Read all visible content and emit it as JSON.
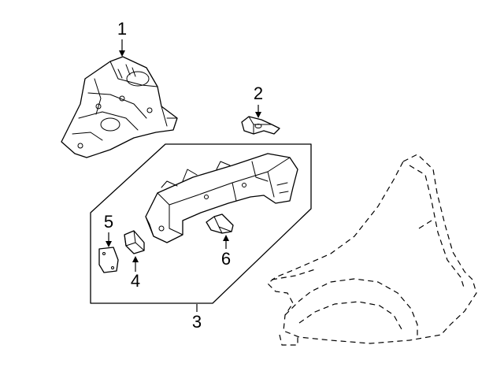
{
  "callouts": {
    "c1": "1",
    "c2": "2",
    "c3": "3",
    "c4": "4",
    "c5": "5",
    "c6": "6"
  },
  "colors": {
    "line": "#000000",
    "background": "#ffffff"
  },
  "icons": {
    "part1": "wheelhouse-apron-icon",
    "part2": "small-bracket-icon",
    "part3": "frame-rail-assembly-icon",
    "part4": "rail-bracket-icon",
    "part5": "cover-plate-icon",
    "part6": "support-bracket-icon",
    "fender": "fender-dashed-outline-icon"
  }
}
